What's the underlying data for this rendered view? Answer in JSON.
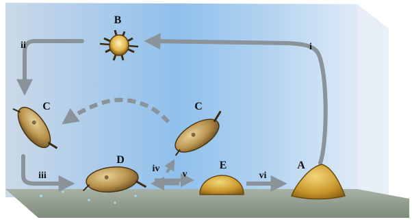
{
  "diagram": {
    "stages": {
      "A": "A",
      "B": "B",
      "C_left": "C",
      "C_mid": "C",
      "D": "D",
      "E": "E"
    },
    "arrows": {
      "i": "i",
      "ii": "ii",
      "iii": "iii",
      "iv": "iv",
      "v": "v",
      "vi": "vi"
    },
    "colors": {
      "panel_left": "#c9d8ea",
      "panel_center": "#9cc6ee",
      "panel_right": "#e4eef8",
      "floor": "#8f9a8c",
      "arrow": "#8a929a",
      "organism_light": "#c9a960",
      "organism_dark": "#5a4420",
      "cyst": "#c69a2a"
    }
  }
}
